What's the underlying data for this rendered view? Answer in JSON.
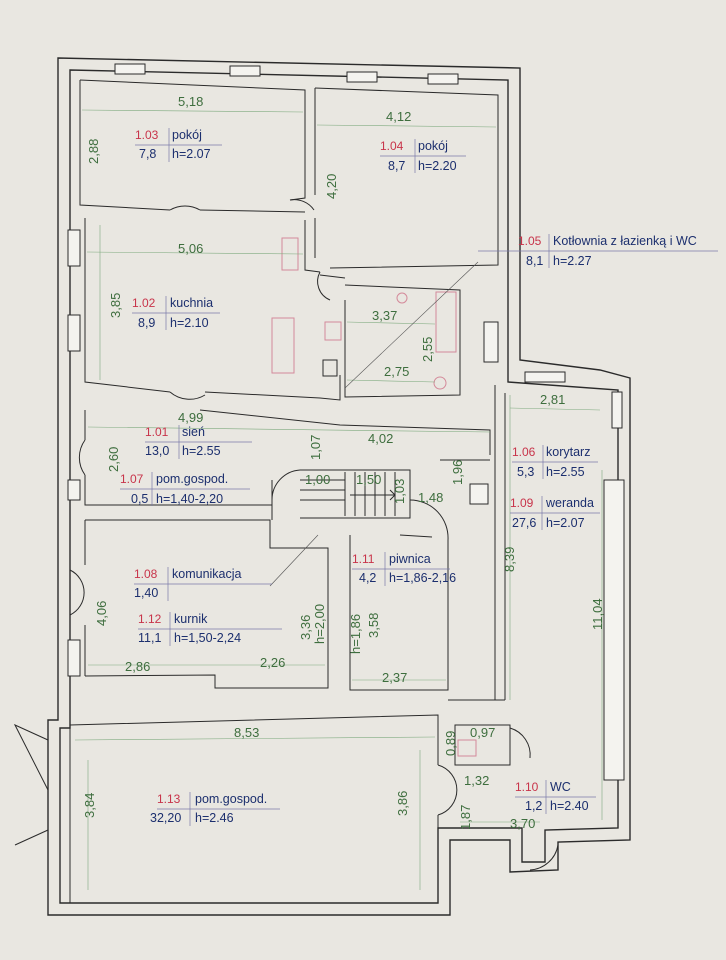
{
  "rooms": [
    {
      "num": "1.03",
      "name": "pokój",
      "area": "7,8",
      "height": "h=2.07"
    },
    {
      "num": "1.04",
      "name": "pokój",
      "area": "8,7",
      "height": "h=2.20"
    },
    {
      "num": "1.05",
      "name": "Kotłownia z łazienką i WC",
      "area": "8,1",
      "height": "h=2.27"
    },
    {
      "num": "1.02",
      "name": "kuchnia",
      "area": "8,9",
      "height": "h=2.10"
    },
    {
      "num": "1.01",
      "name": "sień",
      "area": "13,0",
      "height": "h=2.55"
    },
    {
      "num": "1.06",
      "name": "korytarz",
      "area": "5,3",
      "height": "h=2.55"
    },
    {
      "num": "1.07",
      "name": "pom.gospod.",
      "area": "0,5",
      "height": "h=1,40-2,20"
    },
    {
      "num": "1.09",
      "name": "weranda",
      "area": "27,6",
      "height": "h=2.07"
    },
    {
      "num": "1.11",
      "name": "piwnica",
      "area": "4,2",
      "height": "h=1,86-2,16"
    },
    {
      "num": "1.08",
      "name": "komunikacja",
      "area": "1,40",
      "height": ""
    },
    {
      "num": "1.12",
      "name": "kurnik",
      "area": "11,1",
      "height": "h=1,50-2,24"
    },
    {
      "num": "1.13",
      "name": "pom.gospod.",
      "area": "32,20",
      "height": "h=2.46"
    },
    {
      "num": "1.10",
      "name": "WC",
      "area": "1,2",
      "height": "h=2.40"
    }
  ],
  "dims": [
    "5,18",
    "4,12",
    "2,88",
    "4,20",
    "5,06",
    "3,85",
    "3,37",
    "2,55",
    "2,75",
    "4,99",
    "2,60",
    "4,02",
    "1,07",
    "2,81",
    "1,96",
    "1,00",
    "1,50",
    "1,03",
    "1,48",
    "8,39",
    "11,04",
    "4,06",
    "3,36",
    "h=2,00",
    "h=1,86",
    "3,58",
    "2,86",
    "2,26",
    "2,37",
    "8,53",
    "3,84",
    "3,86",
    "0,89",
    "0,97",
    "1,32",
    "1,87",
    "3,70"
  ]
}
